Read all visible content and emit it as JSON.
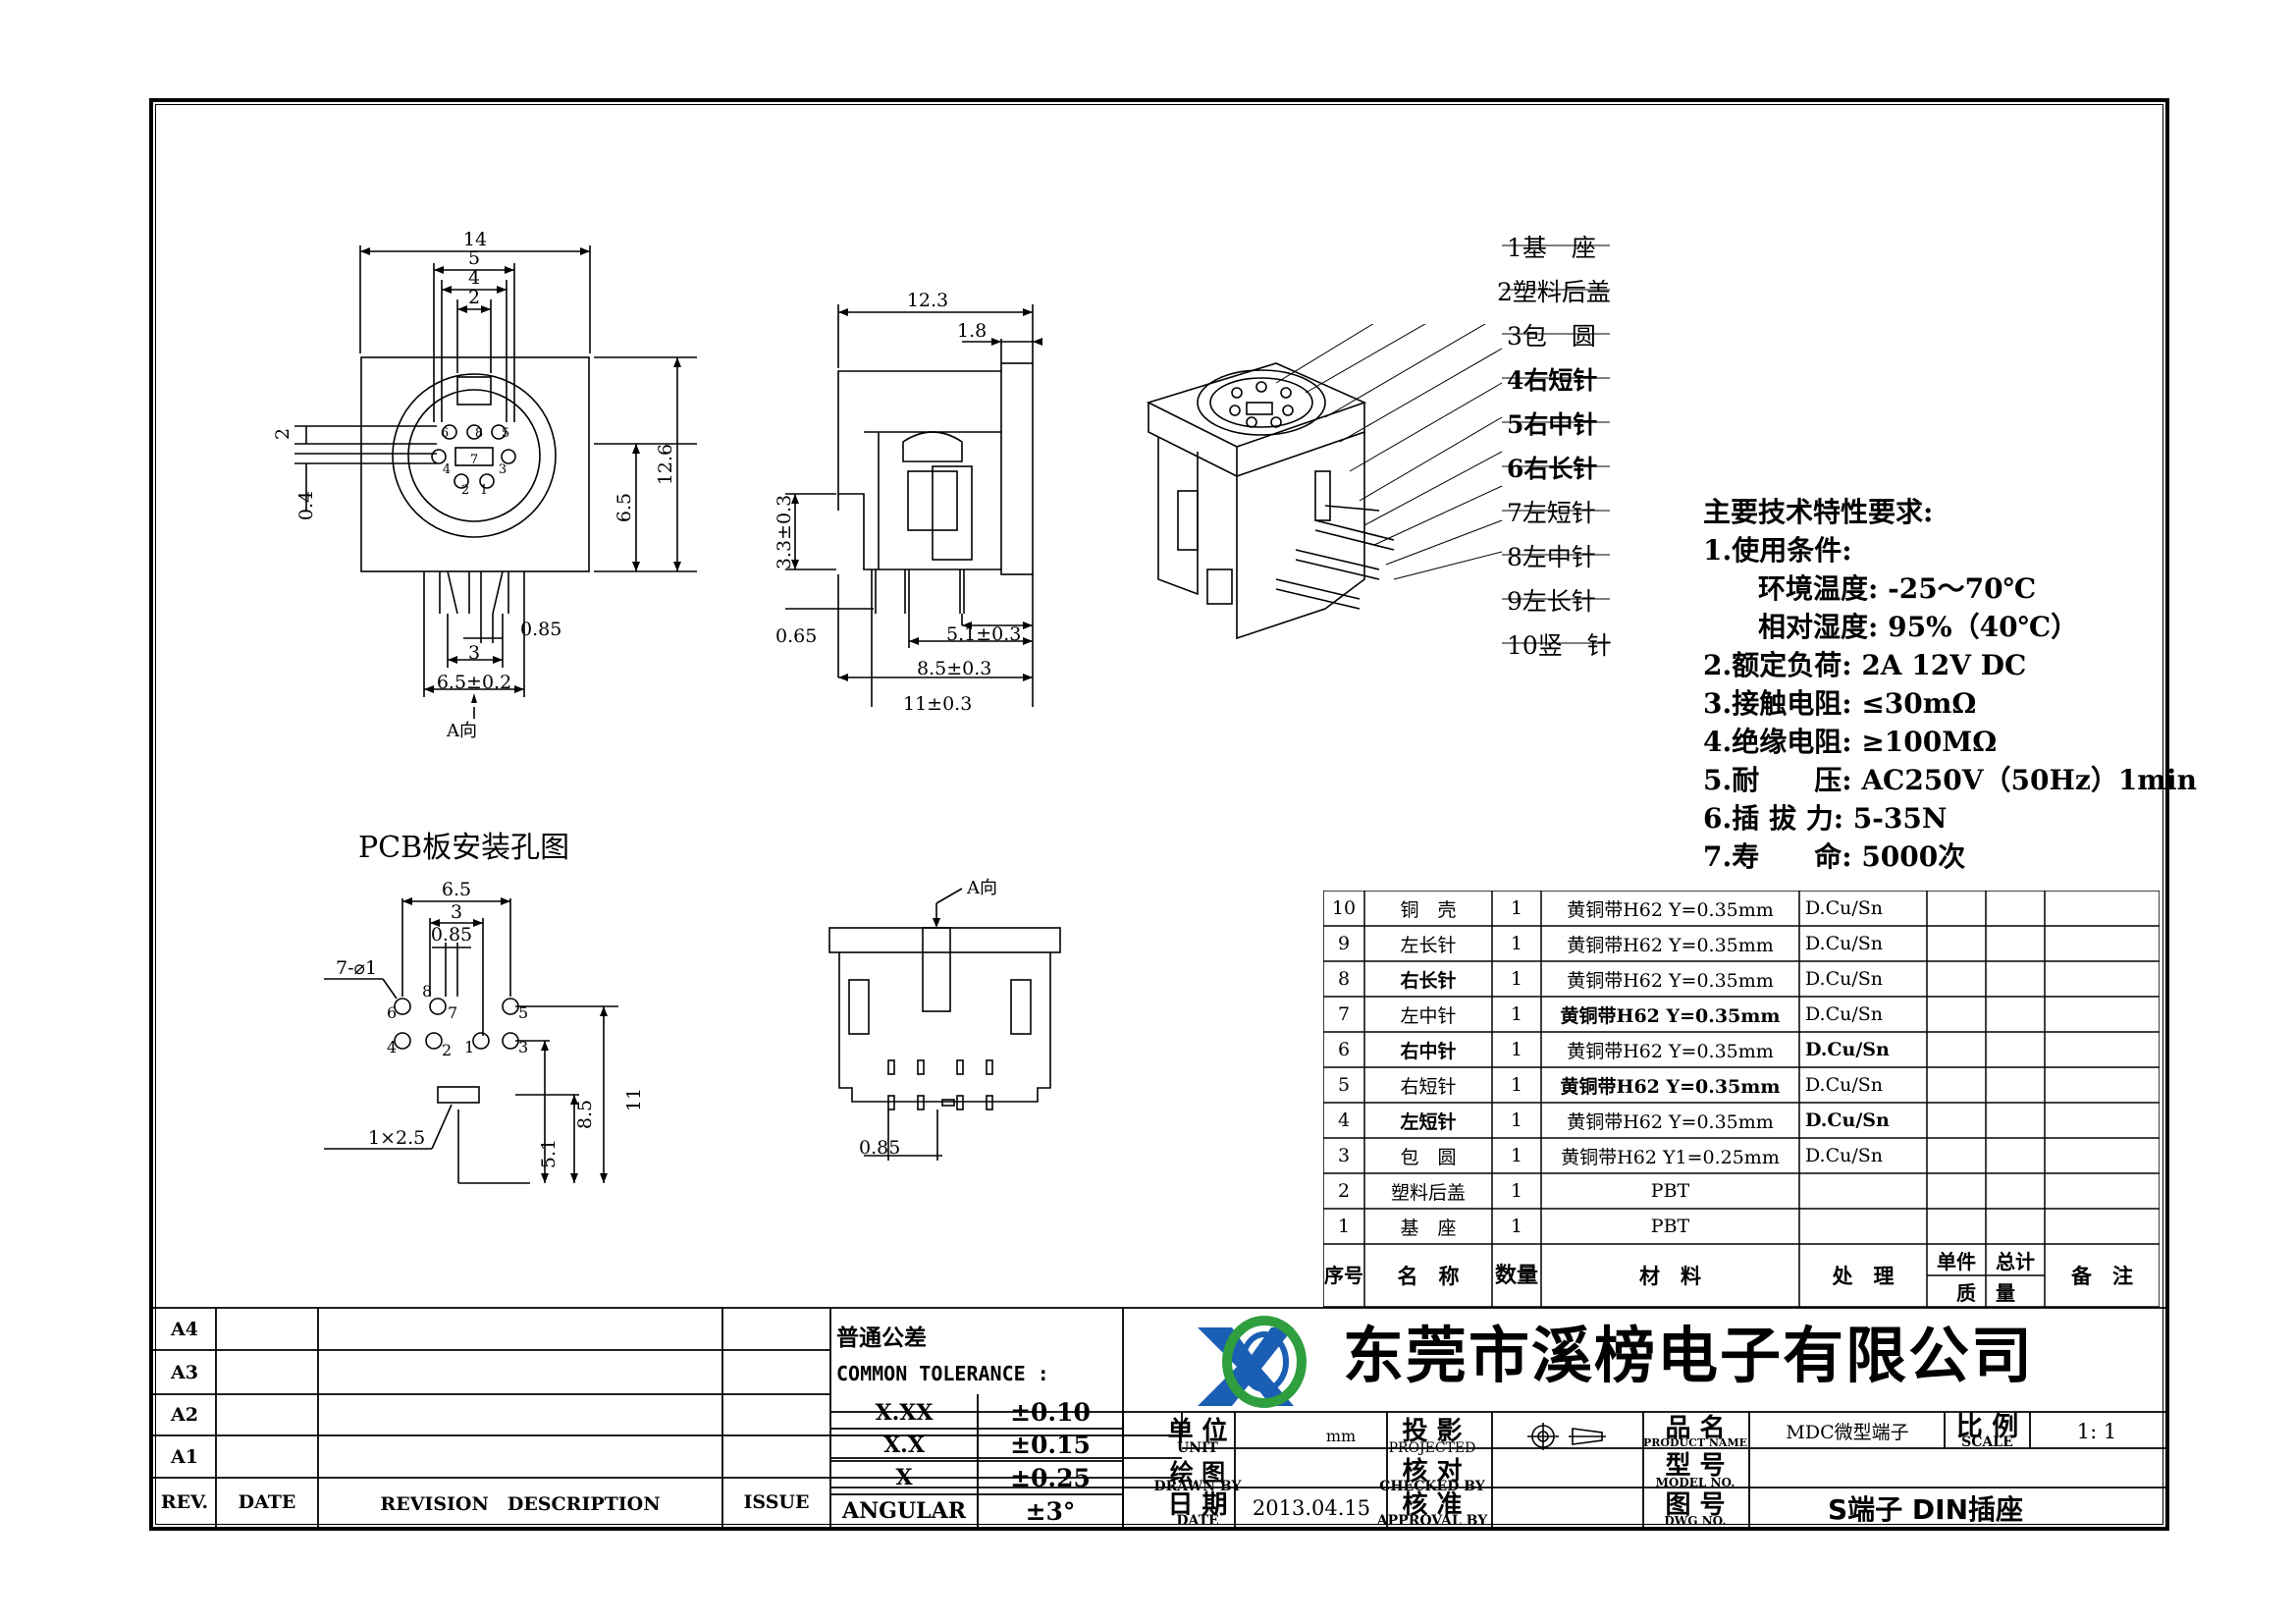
{
  "front_view": {
    "dims": {
      "w14": "14",
      "w5": "5",
      "w4": "4",
      "w2": "2",
      "h2": "2",
      "h04": "0.4",
      "h65": "6.5",
      "h126": "12.6",
      "p085": "0.85",
      "p3": "3",
      "p65": "6.5±0.2",
      "dir": "A向"
    },
    "pins": [
      "6",
      "8",
      "5",
      "4",
      "7",
      "3",
      "2",
      "1"
    ]
  },
  "side_view": {
    "dims": {
      "w123": "12.3",
      "w18": "1.8",
      "h33": "3.3±0.3",
      "d065": "0.65",
      "d51": "5.1±0.3",
      "d85": "8.5±0.3",
      "d11": "11±0.3"
    }
  },
  "parts_callouts": [
    "1基　座",
    "2塑料后盖",
    "3包　圆",
    "4右短针",
    "5右中针",
    "6右长针",
    "7左短针",
    "8左中针",
    "9左长针",
    "10竖　针"
  ],
  "requirements": {
    "title": "主要技术特性要求:",
    "lines": [
      "1.使用条件:",
      "　　环境温度: -25～70℃",
      "　　相对湿度: 95%（40℃）",
      "2.额定负荷: 2A 12V DC",
      "3.接触电阻: ≤30mΩ",
      "4.绝缘电阻: ≥100MΩ",
      "5.耐　　压: AC250V（50Hz）1min",
      "6.插 拔 力: 5-35N",
      "7.寿　　命: 5000次"
    ]
  },
  "pcb": {
    "title": "PCB板安装孔图",
    "dims": {
      "w65": "6.5",
      "w3": "3",
      "w085": "0.85",
      "hole": "7-⌀1",
      "slot": "1×2.5",
      "v51": "5.1",
      "v85": "8.5",
      "v11": "11"
    },
    "pins": [
      "6",
      "8",
      "7",
      "5",
      "4",
      "2",
      "1",
      "3"
    ]
  },
  "bottom_view": {
    "dir": "A向",
    "dim": "0.85"
  },
  "bom": {
    "rows": [
      {
        "no": "10",
        "name": "铜　壳",
        "qty": "1",
        "material": "黄铜带H62 Y=0.35mm",
        "finish": "D.Cu/Sn"
      },
      {
        "no": "9",
        "name": "左长针",
        "qty": "1",
        "material": "黄铜带H62 Y=0.35mm",
        "finish": "D.Cu/Sn"
      },
      {
        "no": "8",
        "name": "右长针",
        "qty": "1",
        "material": "黄铜带H62 Y=0.35mm",
        "finish": "D.Cu/Sn"
      },
      {
        "no": "7",
        "name": "左中针",
        "qty": "1",
        "material": "黄铜带H62 Y=0.35mm",
        "finish": "D.Cu/Sn"
      },
      {
        "no": "6",
        "name": "右中针",
        "qty": "1",
        "material": "黄铜带H62 Y=0.35mm",
        "finish": "D.Cu/Sn"
      },
      {
        "no": "5",
        "name": "右短针",
        "qty": "1",
        "material": "黄铜带H62 Y=0.35mm",
        "finish": "D.Cu/Sn"
      },
      {
        "no": "4",
        "name": "左短针",
        "qty": "1",
        "material": "黄铜带H62 Y=0.35mm",
        "finish": "D.Cu/Sn"
      },
      {
        "no": "3",
        "name": "包　圆",
        "qty": "1",
        "material": "黄铜带H62 Y1=0.25mm",
        "finish": "D.Cu/Sn"
      },
      {
        "no": "2",
        "name": "塑料后盖",
        "qty": "1",
        "material": "PBT",
        "finish": ""
      },
      {
        "no": "1",
        "name": "基　座",
        "qty": "1",
        "material": "PBT",
        "finish": ""
      }
    ],
    "header": {
      "no": "序号",
      "name": "名　称",
      "qty": "数量",
      "material": "材　料",
      "finish": "处　理",
      "unit_weight": "单件",
      "total_weight": "总计",
      "weight": "质　量",
      "note": "备　注"
    }
  },
  "title_block": {
    "rev_rows": [
      "A4",
      "A3",
      "A2",
      "A1"
    ],
    "rev_header": {
      "rev": "REV.",
      "date": "DATE",
      "desc": "REVISION　DESCRIPTION",
      "issue": "ISSUE"
    },
    "tolerance": {
      "title": "普通公差",
      "subtitle": "COMMON TOLERANCE :",
      "rows": [
        [
          "X.XX",
          "±0.10"
        ],
        [
          "X.X",
          "±0.15"
        ],
        [
          "X",
          "±0.25"
        ],
        [
          "ANGULAR",
          "±3°"
        ]
      ]
    },
    "company": "东莞市溪榜电子有限公司",
    "unit": {
      "cn": "单 位",
      "en": "UNIT",
      "value": "mm"
    },
    "drawn": {
      "cn": "绘 图",
      "en": "DRAWN BY",
      "value": ""
    },
    "date": {
      "cn": "日 期",
      "en": "DATE",
      "value": "2013.04.15"
    },
    "projection": {
      "cn": "投 影",
      "en": "PROJECTED"
    },
    "checked": {
      "cn": "核 对",
      "en": "CHECKED BY"
    },
    "approval": {
      "cn": "核 准",
      "en": "APPROVAL BY"
    },
    "product_name": {
      "cn": "品 名",
      "en": "PRODUCT NAME",
      "value": "MDC微型端子"
    },
    "model": {
      "cn": "型 号",
      "en": "MODEL NO."
    },
    "dwg": {
      "cn": "图 号",
      "en": "DWG NO.",
      "value": "S端子 DIN插座"
    },
    "scale": {
      "cn": "比 例",
      "en": "SCALE",
      "value": "1: 1"
    }
  },
  "colors": {
    "logo_blue": "#1a5fb4",
    "logo_green": "#2e9e3e",
    "line": "#000000"
  }
}
